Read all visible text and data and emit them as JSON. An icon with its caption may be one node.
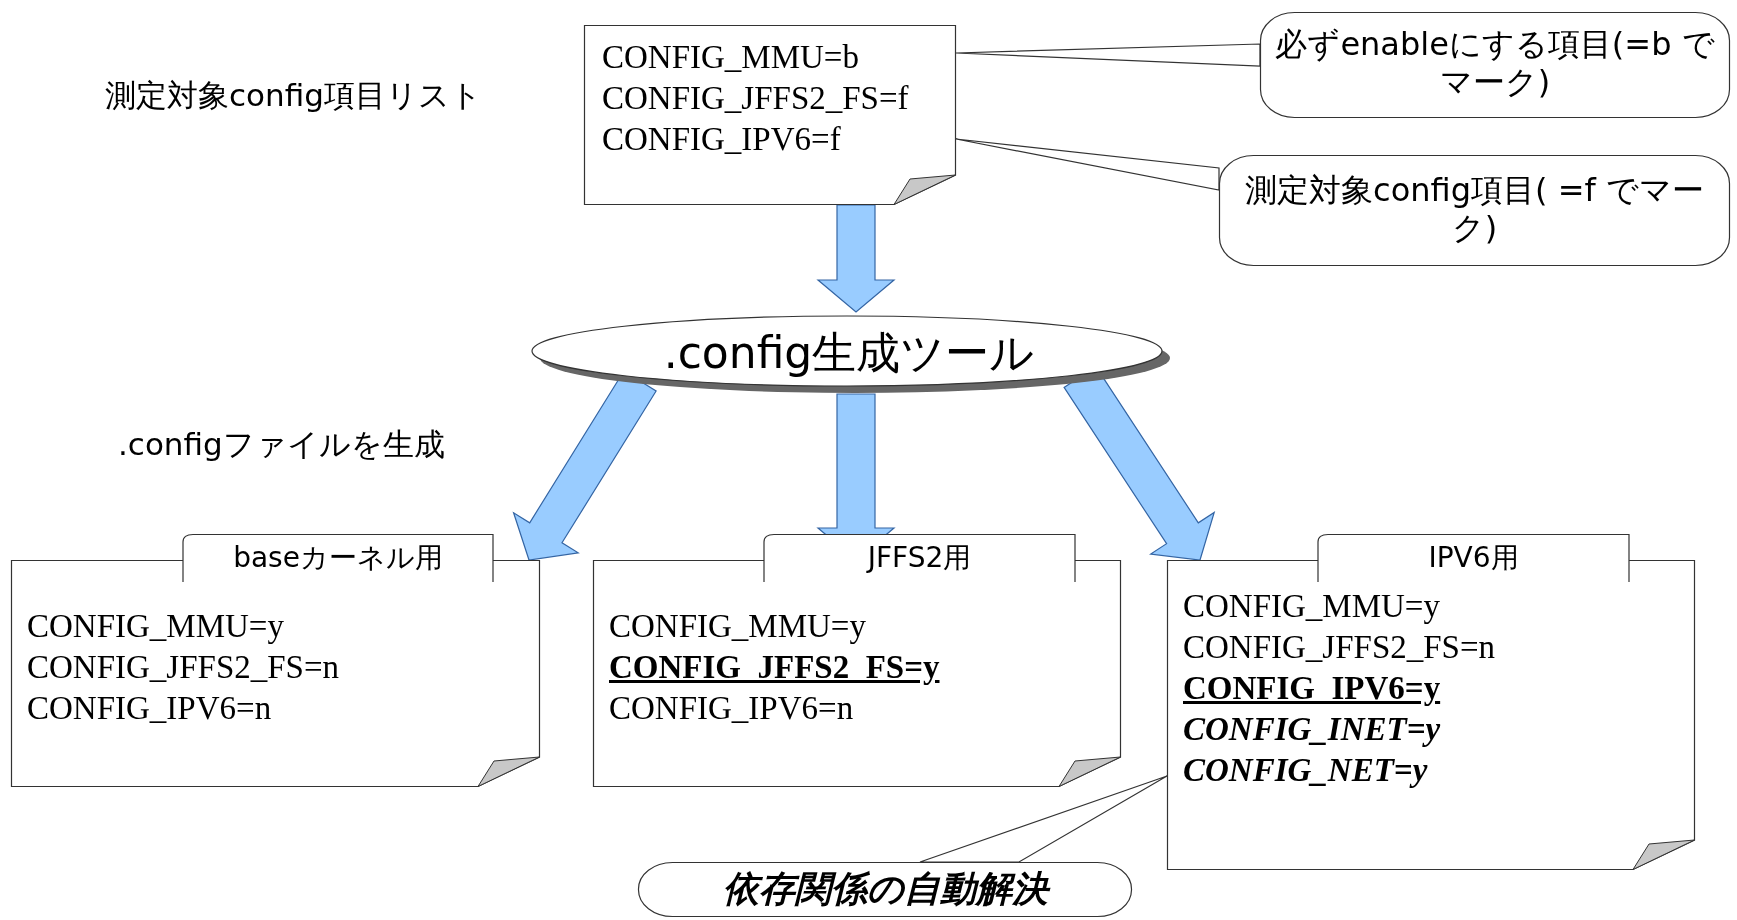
{
  "diagram": {
    "nodes": [
      {
        "text": [
          "CONFIG_MMU=b",
          "CONFIG_JFFS2_FS=f",
          "CONFIG_IPV6=f"
        ],
        "beside": [
          "測定対象config項目リスト"
        ]
      },
      {
        "text": [
          "必ずenableにする項目(=b でマーク)"
        ]
      },
      {
        "text": [
          "測定対象config項目( =f でマーク)"
        ]
      },
      {
        "text": [
          ".config生成ツール"
        ]
      },
      {
        "text": [
          "baseカーネル用",
          "CONFIG_MMU=y",
          "CONFIG_JFFS2_FS=n",
          "CONFIG_IPV6=n"
        ]
      },
      {
        "text": [
          "JFFS2用",
          "CONFIG_MMU=y",
          "CONFIG_JFFS2_FS=y",
          "CONFIG_IPV6=n"
        ]
      },
      {
        "text": [
          "IPV6用",
          "CONFIG_MMU=y",
          "CONFIG_JFFS2_FS=n",
          "CONFIG_IPV6=y",
          "CONFIG_INET=y",
          "CONFIG_NET=y"
        ]
      },
      {
        "text": [
          "依存関係の自動解決"
        ]
      }
    ],
    "edges": [
      {
        "from": 0,
        "to": 3,
        "arrow": "to"
      },
      {
        "from": 3,
        "to": 4,
        "arrow": "to"
      },
      {
        "from": 3,
        "to": 5,
        "arrow": "to"
      },
      {
        "from": 3,
        "to": 6,
        "arrow": "to"
      },
      {
        "from": 1,
        "to": 0,
        "arrow": "none"
      },
      {
        "from": 2,
        "to": 0,
        "arrow": "none"
      },
      {
        "from": 7,
        "to": 6,
        "arrow": "none"
      }
    ],
    "labels": [
      ".configファイルを生成"
    ]
  }
}
